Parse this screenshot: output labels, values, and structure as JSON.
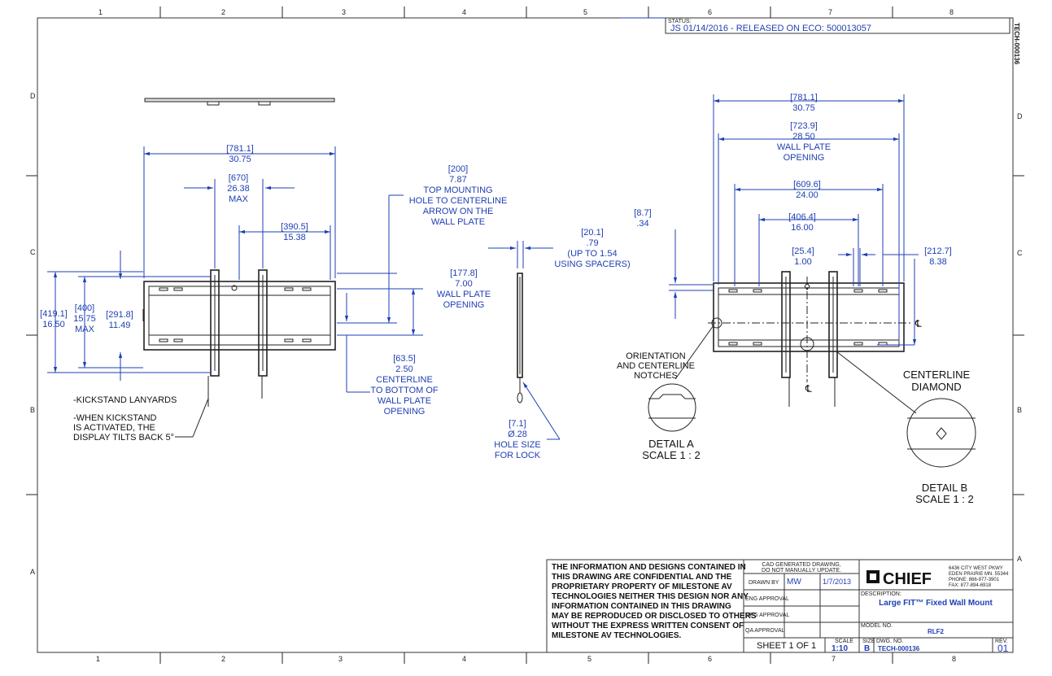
{
  "zones": {
    "top": [
      "1",
      "2",
      "3",
      "4",
      "5",
      "6",
      "7",
      "8"
    ],
    "bottom": [
      "1",
      "2",
      "3",
      "4",
      "5",
      "6",
      "7",
      "8"
    ],
    "left": [
      "D",
      "C",
      "B",
      "A"
    ],
    "right": [
      "D",
      "C",
      "B",
      "A"
    ]
  },
  "status": {
    "label": "STATUS:",
    "text": "JS 01/14/2016 - RELEASED ON ECO: 500013057"
  },
  "side_doc_number": "TECH-000136",
  "front_view": {
    "width_overall": [
      "[781.1]",
      "30.75"
    ],
    "max_width": [
      "[670]",
      "26.38",
      "MAX"
    ],
    "half_width": [
      "[390.5]",
      "15.38"
    ],
    "height_overall": [
      "[419.1]",
      "16.50"
    ],
    "height_max": [
      "[400]",
      "15.75",
      "MAX"
    ],
    "height_inner": [
      "[291.8]",
      "11.49"
    ],
    "top_hole": [
      "[200]",
      "7.87",
      "TOP MOUNTING",
      "HOLE TO CENTERLINE",
      "ARROW ON THE",
      "WALL PLATE"
    ],
    "plate_opening": [
      "[177.8]",
      "7.00",
      "WALL PLATE",
      "OPENING"
    ],
    "centerline_bottom": [
      "[63.5]",
      "2.50",
      "CENTERLINE",
      "TO BOTTOM OF",
      "WALL PLATE",
      "OPENING"
    ],
    "note_kickstand": "-KICKSTAND LANYARDS",
    "note_tilt": [
      "-WHEN KICKSTAND",
      "IS ACTIVATED, THE",
      "DISPLAY TILTS BACK 5°"
    ]
  },
  "side_view": {
    "depth": [
      "[20.1]",
      ".79",
      "(UP TO 1.54",
      "USING SPACERS)"
    ],
    "hole": [
      "[7.1]",
      "Ø.28",
      "HOLE SIZE",
      "FOR LOCK"
    ]
  },
  "right_view": {
    "width_overall": [
      "[781.1]",
      "30.75"
    ],
    "plate_opening": [
      "[723.9]",
      "28.50",
      "WALL PLATE",
      "OPENING"
    ],
    "w24": [
      "[609.6]",
      "24.00"
    ],
    "w16": [
      "[406.4]",
      "16.00"
    ],
    "w1": [
      "[25.4]",
      "1.00"
    ],
    "w838": [
      "[212.7]",
      "8.38"
    ],
    "h034": [
      "[8.7]",
      ".34"
    ],
    "notches": [
      "ORIENTATION",
      "AND CENTERLINE",
      "NOTCHES"
    ],
    "centerline_symbol": "℄",
    "diamond": [
      "CENTERLINE",
      "DIAMOND"
    ],
    "detail_a": [
      "DETAIL A",
      "SCALE 1 : 2"
    ],
    "detail_b": [
      "DETAIL B",
      "SCALE 1 : 2"
    ]
  },
  "title_block": {
    "confidential": [
      "THE INFORMATION AND DESIGNS CONTAINED IN",
      "THIS DRAWING ARE CONFIDENTIAL AND THE",
      "PROPRIETARY PROPERTY OF MILESTONE AV",
      "TECHNOLOGIES NEITHER THIS DESIGN NOR ANY",
      "INFORMATION CONTAINED IN THIS DRAWING",
      "MAY BE REPRODUCED OR DISCLOSED TO OTHERS",
      "WITHOUT THE EXPRESS WRITTEN CONSENT OF",
      "MILESTONE AV TECHNOLOGIES."
    ],
    "cad_note": [
      "CAD GENERATED DRAWING,",
      "DO NOT MANUALLY UPDATE."
    ],
    "drawn_by_label": "DRAWN BY",
    "drawn_by": "MW",
    "drawn_date": "1/7/2013",
    "eng_approval": "ENG APPROVAL",
    "mfg_approval": "MFG APPROVAL",
    "qa_approval": "QA APPROVAL",
    "sheet": "SHEET 1 OF 1",
    "scale_label": "SCALE",
    "scale": "1:10",
    "size_label": "SIZE",
    "size": "B",
    "dwg_no_label": "DWG. NO.",
    "dwg_no": "TECH-000136",
    "rev_label": "REV.",
    "rev": "01",
    "logo": "CHIEF",
    "address": [
      "6436 CITY WEST PKWY",
      "EDEN PRAIRIE MN. 55344",
      "PHONE: 866-977-3901",
      "FAX: 877-894-6918"
    ],
    "description_label": "DESCRIPTION:",
    "description": "Large FIT™ Fixed Wall Mount",
    "model_label": "MODEL NO.",
    "model": "RLF2"
  }
}
